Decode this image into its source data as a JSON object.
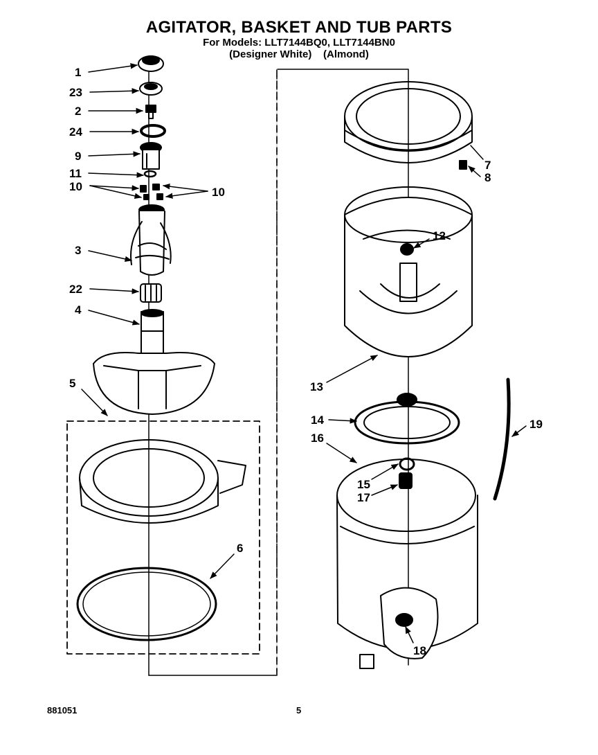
{
  "header": {
    "title": "AGITATOR, BASKET AND TUB PARTS",
    "models_line": "For Models: LLT7144BQ0, LLT7144BN0",
    "colors_line": "(Designer White)    (Almond)"
  },
  "callouts": [
    "1",
    "23",
    "2",
    "24",
    "9",
    "11",
    "10",
    "10",
    "3",
    "22",
    "4",
    "5",
    "6",
    "7",
    "8",
    "12",
    "13",
    "14",
    "16",
    "15",
    "17",
    "18",
    "19"
  ],
  "footer": {
    "doc_number": "881051",
    "page_number": "5"
  }
}
